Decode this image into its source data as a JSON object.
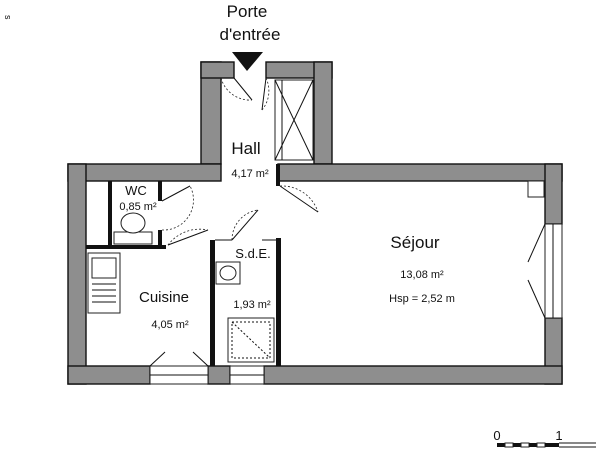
{
  "plan": {
    "corner_mark": "s",
    "entrance": {
      "line1": "Porte",
      "line2": "d'entrée"
    },
    "rooms": [
      {
        "key": "hall",
        "name": "Hall",
        "area": "4,17 m²"
      },
      {
        "key": "wc",
        "name": "WC",
        "area": "0,85 m²"
      },
      {
        "key": "sde",
        "name": "S.d.E.",
        "area": "1,93 m²"
      },
      {
        "key": "cuisine",
        "name": "Cuisine",
        "area": "4,05 m²"
      },
      {
        "key": "sejour",
        "name": "Séjour",
        "area": "13,08 m²",
        "extra": "Hsp = 2,52 m"
      }
    ],
    "scale": {
      "start": "0",
      "end": "1"
    }
  },
  "colors": {
    "wall": "#8e8e8e",
    "outline": "#111111",
    "background": "#ffffff"
  }
}
